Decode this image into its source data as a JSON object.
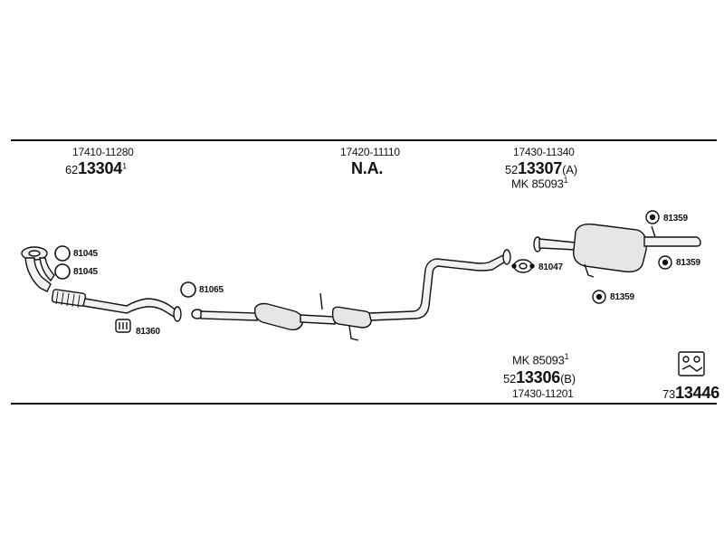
{
  "top_row": {
    "col1_part": "17410-11280",
    "col1_code": {
      "prefix": "62",
      "core": "13304",
      "sup": "1",
      "suffix": ""
    },
    "col2_part": "17420-11110",
    "col2_na": "N.A.",
    "col3_part": "17430-11340",
    "col3_code": {
      "prefix": "52",
      "core": "13307",
      "sup": "",
      "suffix": "(A)"
    },
    "col3_mk": {
      "text": "MK  85093",
      "sup": "1"
    }
  },
  "bottom_right": {
    "mk": {
      "text": "MK  85093",
      "sup": "1"
    },
    "code": {
      "prefix": "52",
      "core": "13306",
      "sup": "",
      "suffix": "(B)"
    },
    "part": "17430-11201",
    "kit": {
      "prefix": "73",
      "core": "13446"
    }
  },
  "small_parts": [
    {
      "id": "81045a",
      "label": "81045",
      "icon": "ring-gasket-icon"
    },
    {
      "id": "81045b",
      "label": "81045",
      "icon": "ring-gasket-icon"
    },
    {
      "id": "81065",
      "label": "81065",
      "icon": "ring-gasket-icon"
    },
    {
      "id": "81360",
      "label": "81360",
      "icon": "rubber-hanger-icon"
    },
    {
      "id": "81047",
      "label": "81047",
      "icon": "flange-gasket-icon"
    },
    {
      "id": "81359a",
      "label": "81359",
      "icon": "rubber-mount-icon"
    },
    {
      "id": "81359b",
      "label": "81359",
      "icon": "rubber-mount-icon"
    },
    {
      "id": "81359c",
      "label": "81359",
      "icon": "rubber-mount-icon"
    }
  ],
  "colors": {
    "line": "#111111",
    "pipe_fill": "#f2f2f2",
    "muffler_fill": "#e6e6e6"
  }
}
